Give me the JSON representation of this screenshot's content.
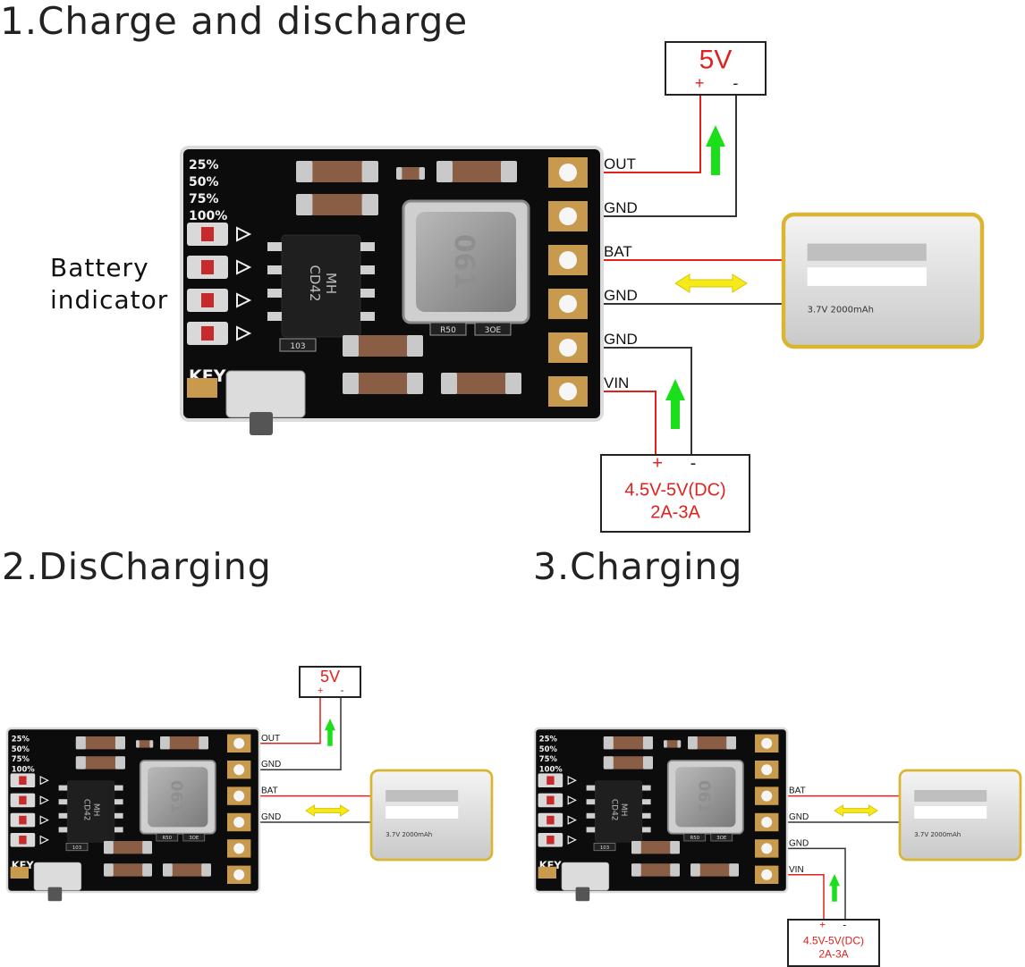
{
  "headings": {
    "main": "1.Charge and discharge",
    "discharging": "2.DisCharging",
    "charging": "3.Charging"
  },
  "board": {
    "levels": [
      "25%",
      "50%",
      "75%",
      "100%"
    ],
    "key_label": "KEY",
    "chip_text": [
      "MH",
      "CD42"
    ],
    "inductor_text": "061",
    "resistor_labels": [
      "103",
      "R50",
      "3OE"
    ]
  },
  "pins": [
    "OUT",
    "GND",
    "BAT",
    "GND",
    "GND",
    "VIN"
  ],
  "battery_indicator": [
    "Battery",
    "indicator"
  ],
  "output_box": {
    "voltage": "5V",
    "plus": "+",
    "minus": "-"
  },
  "input_box": {
    "plus": "+",
    "minus": "-",
    "line1": "4.5V-5V(DC)",
    "line2": "2A-3A"
  },
  "battery_spec": "3.7V  2000mAh",
  "colors": {
    "wire_red": "#e0211d",
    "wire_dark": "#333333",
    "arrow_green": "#1adf1a",
    "arrow_yellow": "#f7ea1a",
    "label_red": "#e0211d",
    "pcb": "#0c0c0c",
    "pad_gold": "#c79a4e",
    "smd_brown": "#8a5d45"
  }
}
